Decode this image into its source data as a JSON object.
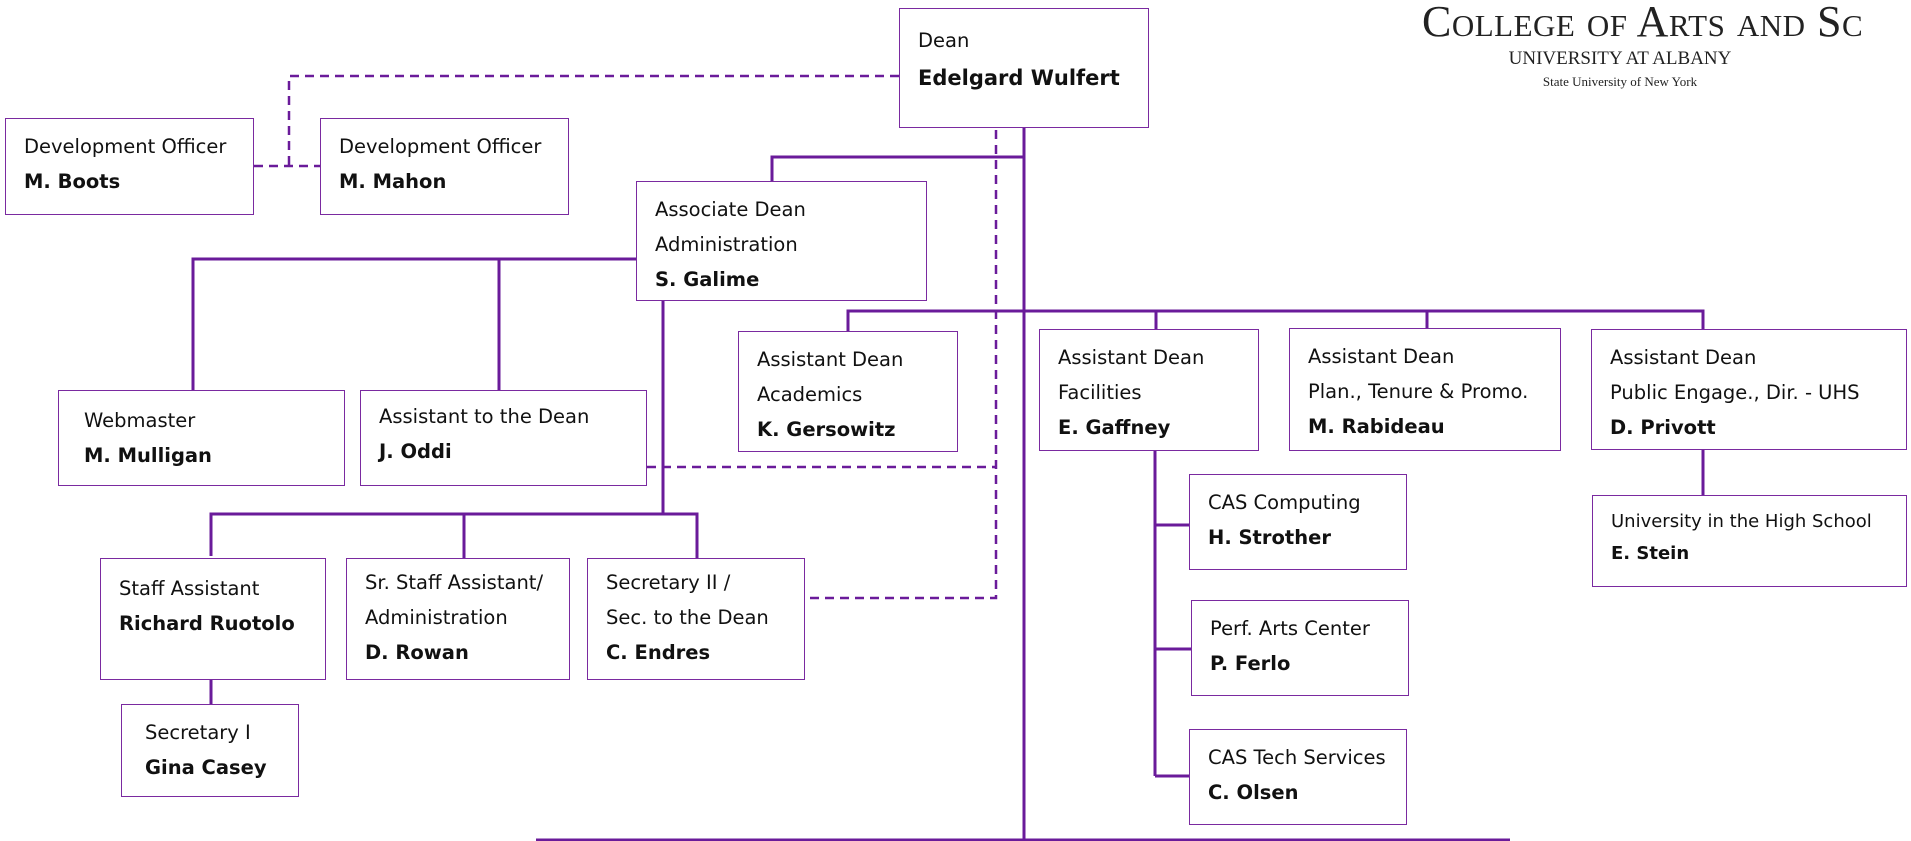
{
  "logo": {
    "college": "College of Arts and Sc",
    "university": "UNIVERSITY AT ALBANY",
    "suny": "State University of New York"
  },
  "nodes": {
    "dean": {
      "title": "Dean",
      "name": "Edelgard Wulfert"
    },
    "dev_boots": {
      "title": "Development Officer",
      "name": "M. Boots"
    },
    "dev_mahon": {
      "title": "Development Officer",
      "name": "M. Mahon"
    },
    "assoc_dean": {
      "title1": "Associate Dean",
      "title2": "Administration",
      "name": "S. Galime"
    },
    "webmaster": {
      "title": "Webmaster",
      "name": "M. Mulligan"
    },
    "asst_to_dean": {
      "title": "Assistant to the Dean",
      "name": "J. Oddi"
    },
    "ad_academics": {
      "title1": "Assistant Dean",
      "title2": "Academics",
      "name": "K. Gersowitz"
    },
    "ad_facilities": {
      "title1": "Assistant Dean",
      "title2": "Facilities",
      "name": "E. Gaffney"
    },
    "ad_planning": {
      "title1": "Assistant Dean",
      "title2": "Plan., Tenure & Promo.",
      "name": "M. Rabideau"
    },
    "ad_public": {
      "title1": "Assistant Dean",
      "title2": "Public Engage., Dir. - UHS",
      "name": "D. Privott"
    },
    "staff_asst": {
      "title": "Staff Assistant",
      "name": "Richard Ruotolo"
    },
    "sr_staff": {
      "title1": "Sr. Staff Assistant/",
      "title2": "Administration",
      "name": "D. Rowan"
    },
    "sec_two": {
      "title1": "Secretary II /",
      "title2": "Sec. to the Dean",
      "name": "C. Endres"
    },
    "sec_one": {
      "title": "Secretary I",
      "name": "Gina Casey"
    },
    "cas_computing": {
      "title": "CAS Computing",
      "name": "H. Strother"
    },
    "perf_arts": {
      "title": "Perf. Arts Center",
      "name": "P. Ferlo"
    },
    "cas_tech": {
      "title": "CAS Tech Services",
      "name": "C. Olsen"
    },
    "uhs": {
      "title": "University in the High School",
      "name": "E. Stein"
    }
  },
  "colors": {
    "accent": "#7a2aa0",
    "text": "#111111"
  }
}
